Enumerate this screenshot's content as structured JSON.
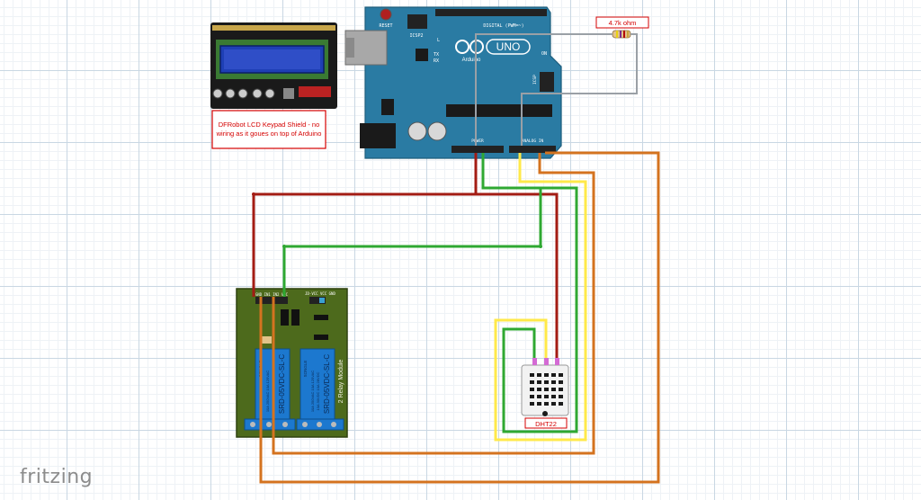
{
  "lcd_note": [
    "DFRobot LCD Keypad Shield - no",
    "wiring as it goues on top of Arduino"
  ],
  "resistor_label": "4.7k ohm",
  "sensor_label": "DHT22",
  "arduino": {
    "logo_text": "UNO",
    "sub_text": "Arduino",
    "reset_label": "RESET",
    "icsp_label": "ICSP2",
    "icsp_label_b": "ICSP",
    "digital_label": "DIGITAL (PWM=~)",
    "power_label": "POWER",
    "analog_label": "ANALOG IN",
    "l_label": "L",
    "tx_label": "TX",
    "rx_label": "RX",
    "on_label": "ON"
  },
  "relay": {
    "title": "2 Relay Module",
    "relay_brand": "SONGLE",
    "relay_model": "SRD-05VDC-SL-C",
    "rating_1": "10A 250VAC  10A 125VAC",
    "rating_2": "10A 30VDC  10A 28VDC",
    "header_label": "GND IN1 IN2 VCC",
    "jumper_label": "JD-VCC VCC GND"
  },
  "brand": "fritzing",
  "colors": {
    "red_wire": "#a31c14",
    "green_wire": "#2fa832",
    "yellow_wire": "#ffe94a",
    "orange_wire": "#d4731f",
    "gray_wire": "#9aa0a6",
    "arduino_blue": "#2a7ba3",
    "pcb_green": "#4d6a1c",
    "relay_blue": "#1c78cf",
    "lcd_screen": "#2f4ec7",
    "label_red": "#d40000"
  }
}
